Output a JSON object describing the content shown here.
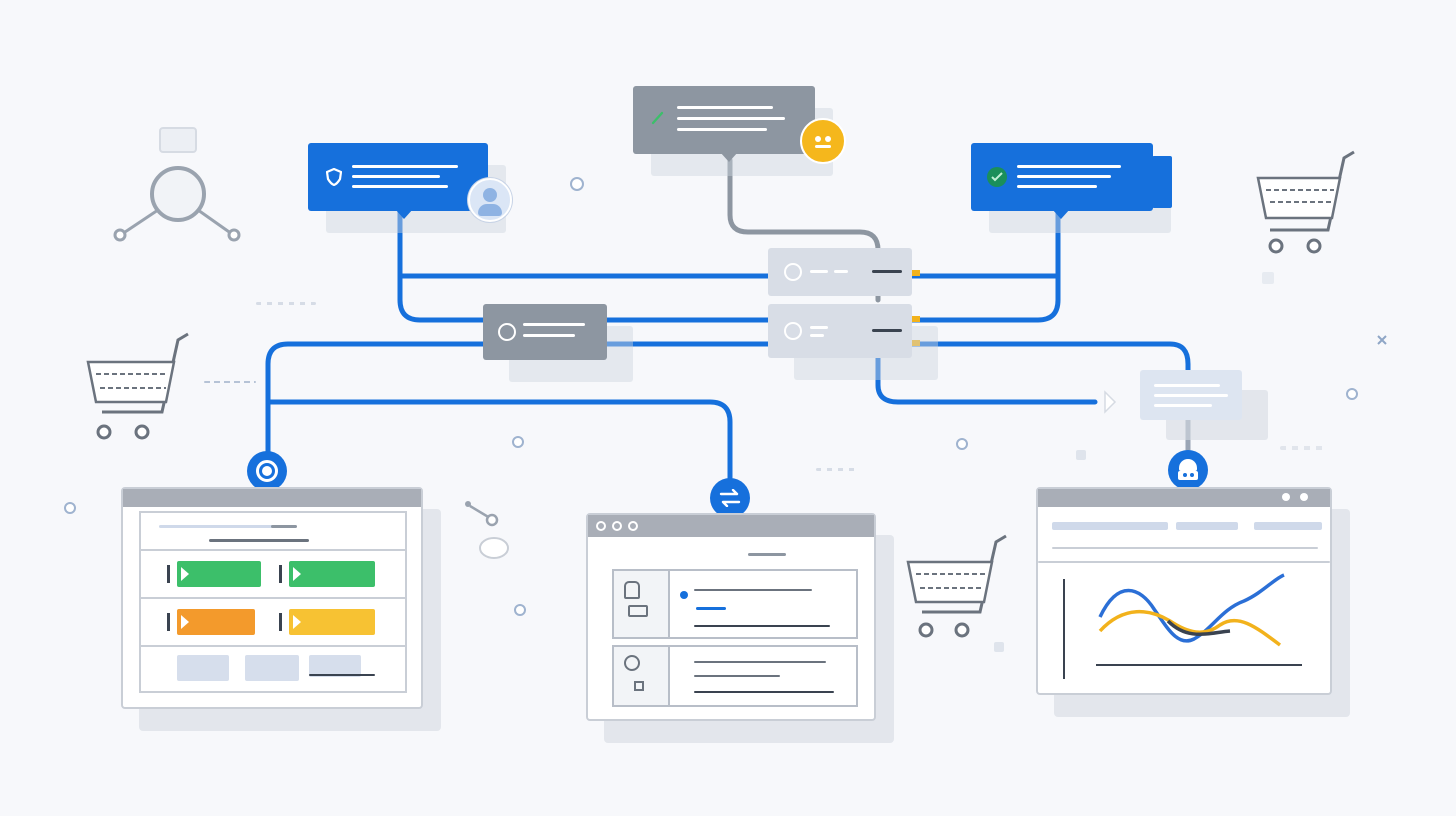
{
  "diagram": {
    "type": "data-flow",
    "colors": {
      "connector": "#1670dc",
      "connector_gray": "#8d96a1",
      "node_blue": "#1670dc",
      "node_gray": "#8d96a1",
      "panel_border": "#c9ced6",
      "status_green": "#3cbf6a",
      "status_orange": "#f39a2c",
      "status_yellow": "#f7c233",
      "chart_blue": "#2b6fd6",
      "chart_yellow": "#f2b21c",
      "chart_dark": "#3a4350"
    },
    "source_nodes": [
      {
        "id": "source-left",
        "icon": "shield-icon",
        "badge": "user-icon"
      },
      {
        "id": "source-center",
        "icon": "check-icon",
        "badge": "emoji-badge-icon"
      },
      {
        "id": "source-right",
        "icon": "check-circle-icon",
        "badge": "tab-icon"
      }
    ],
    "hub_nodes": [
      "hub-left",
      "hub-top",
      "hub-middle",
      "hub-right-receiver"
    ],
    "output_panels": [
      {
        "id": "table-panel",
        "connector_icon": "target-icon",
        "status_rows": [
          "green",
          "green",
          "orange",
          "yellow"
        ]
      },
      {
        "id": "list-panel",
        "connector_icon": "swap-icon",
        "items": 2
      },
      {
        "id": "chart-panel",
        "connector_icon": "bot-icon",
        "chart": "line"
      }
    ],
    "decorations": [
      "cart-icon",
      "cart-icon",
      "cart-icon",
      "cart-icon",
      "network-icon",
      "link-icon"
    ]
  }
}
